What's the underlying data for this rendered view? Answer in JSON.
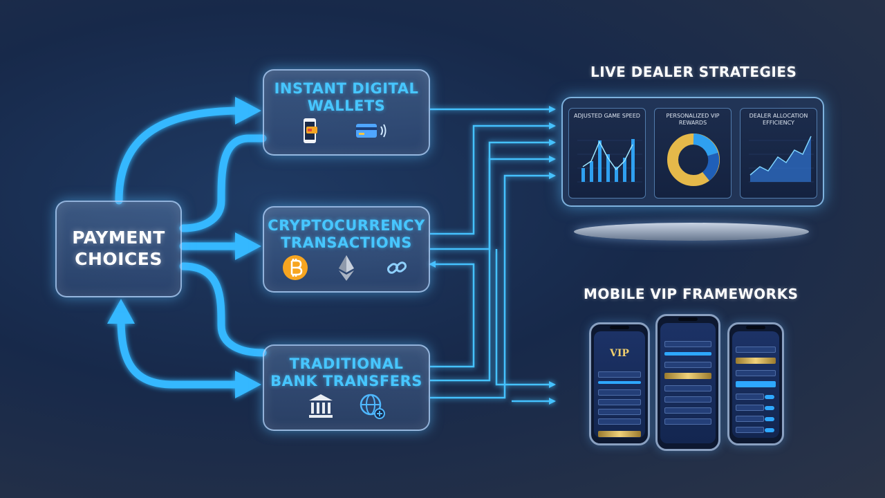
{
  "main_node": {
    "label_line1": "PAYMENT",
    "label_line2": "CHOICES"
  },
  "nodes": [
    {
      "id": "wallets",
      "line1": "INSTANT DIGITAL",
      "line2": "WALLETS",
      "icons": [
        "smartphone-wallet-icon",
        "contactless-card-icon"
      ]
    },
    {
      "id": "crypto",
      "line1": "CRYPTOCURRENCY",
      "line2": "TRANSACTIONS",
      "icons": [
        "bitcoin-icon",
        "ethereum-icon",
        "blockchain-link-icon"
      ]
    },
    {
      "id": "bank",
      "line1": "TRADITIONAL",
      "line2": "BANK TRANSFERS",
      "icons": [
        "bank-building-icon",
        "global-transfer-icon"
      ]
    }
  ],
  "live_dealer": {
    "title": "LIVE DEALER STRATEGIES",
    "panels": [
      {
        "title": "ADJUSTED GAME SPEED",
        "chart_icon": "bar-line-chart-icon"
      },
      {
        "title_line1": "PERSONALIZED VIP",
        "title_line2": "REWARDS",
        "chart_icon": "donut-chart-icon"
      },
      {
        "title_line1": "DEALER ALLOCATION",
        "title_line2": "EFFICIENCY",
        "chart_icon": "area-chart-icon"
      }
    ]
  },
  "mobile_vip": {
    "title": "MOBILE VIP FRAMEWORKS",
    "phones": [
      {
        "id": "left",
        "logo": "VIP"
      },
      {
        "id": "center"
      },
      {
        "id": "right"
      }
    ]
  },
  "colors": {
    "accent": "#47c6ff",
    "arrow": "#36b8ff",
    "gold": "#f0cf6e",
    "background": "#17294a"
  }
}
